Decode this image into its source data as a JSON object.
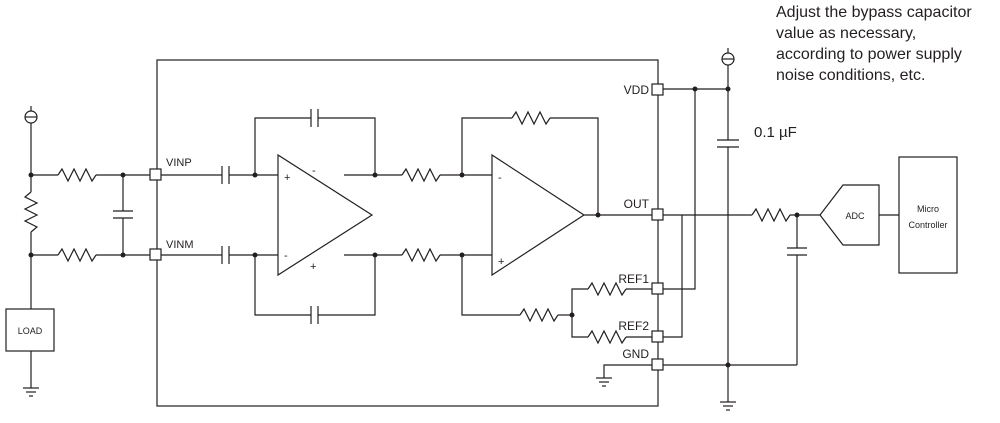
{
  "note": {
    "lines": [
      "Adjust the bypass capacitor",
      "value as necessary,",
      "according to power supply",
      "noise conditions, etc."
    ]
  },
  "pins": {
    "vinp": "VINP",
    "vinm": "VINM",
    "vdd": "VDD",
    "out": "OUT",
    "ref1": "REF1",
    "ref2": "REF2",
    "gnd": "GND"
  },
  "components": {
    "load": "LOAD",
    "bypass_cap": "0.1 µF",
    "adc": "ADC",
    "mcu": [
      "Micro",
      "Controller"
    ]
  },
  "opamp_signs": {
    "amp1_top": "+",
    "amp1_top_fb": "-",
    "amp1_bot": "-",
    "amp1_bot_fb": "+",
    "amp2_top": "-",
    "amp2_bot": "+"
  }
}
